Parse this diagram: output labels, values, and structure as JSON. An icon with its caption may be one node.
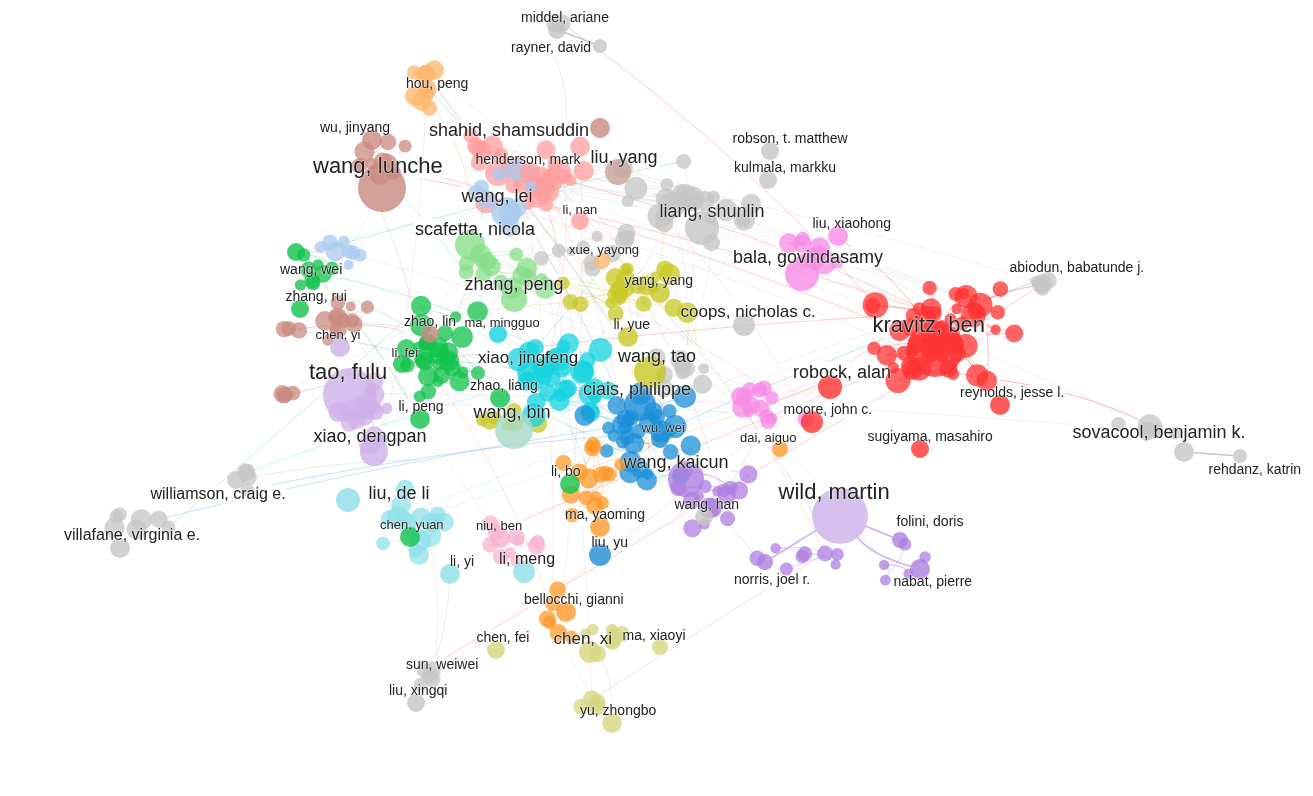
{
  "diagram": {
    "nodes": [
      {
        "text": [
          "middel, ariane"
        ]
      },
      {
        "text": [
          "rayner, david"
        ]
      },
      {
        "text": [
          "hou, peng"
        ]
      },
      {
        "text": [
          "wu, jinyang"
        ]
      },
      {
        "text": [
          "shahid, shamsuddin"
        ]
      },
      {
        "text": [
          "robson, t. matthew"
        ]
      },
      {
        "text": [
          "wang, lunche"
        ]
      },
      {
        "text": [
          "henderson, mark"
        ]
      },
      {
        "text": [
          "liu, yang"
        ]
      },
      {
        "text": [
          "kulmala, markku"
        ]
      },
      {
        "text": [
          "wang, lei"
        ]
      },
      {
        "text": [
          "li, nan"
        ]
      },
      {
        "text": [
          "liang, shunlin"
        ]
      },
      {
        "text": [
          "liu, xiaohong"
        ]
      },
      {
        "text": [
          "scafetta, nicola"
        ]
      },
      {
        "text": [
          "xue, yayong"
        ]
      },
      {
        "text": [
          "bala, govindasamy"
        ]
      },
      {
        "text": [
          "abiodun, babatunde j."
        ]
      },
      {
        "text": [
          "wang, wei"
        ]
      },
      {
        "text": [
          "zhang, peng"
        ]
      },
      {
        "text": [
          "yang, yang"
        ]
      },
      {
        "text": [
          "zhang, rui"
        ]
      },
      {
        "text": [
          "coops, nicholas c."
        ]
      },
      {
        "text": [
          "kravitz, ben"
        ]
      },
      {
        "text": [
          "zhao, lin"
        ]
      },
      {
        "text": [
          "ma, mingguo"
        ]
      },
      {
        "text": [
          "li, yue"
        ]
      },
      {
        "text": [
          "chen, yi"
        ]
      },
      {
        "text": [
          "li, fei"
        ]
      },
      {
        "text": [
          "xiao, jingfeng"
        ]
      },
      {
        "text": [
          "wang, tao"
        ]
      },
      {
        "text": [
          "tao, fulu"
        ]
      },
      {
        "text": [
          "robock, alan"
        ]
      },
      {
        "text": [
          "zhao, liang"
        ]
      },
      {
        "text": [
          "ciais, philippe"
        ]
      },
      {
        "text": [
          "reynolds, jesse l."
        ]
      },
      {
        "text": [
          "li, peng"
        ]
      },
      {
        "text": [
          "wang, bin"
        ]
      },
      {
        "text": [
          "moore, john c."
        ]
      },
      {
        "text": [
          "xiao, dengpan"
        ]
      },
      {
        "text": [
          "wu, wei"
        ]
      },
      {
        "text": [
          "dai, aiguo"
        ]
      },
      {
        "text": [
          "sugiyama, masahiro"
        ]
      },
      {
        "text": [
          "sovacool, benjamin k."
        ]
      },
      {
        "text": [
          "wang, kaicun"
        ]
      },
      {
        "text": [
          "li, bo"
        ]
      },
      {
        "text": [
          "rehdanz, katrin"
        ]
      },
      {
        "text": [
          "liu, de li"
        ]
      },
      {
        "text": [
          "williamson, craig e."
        ]
      },
      {
        "text": [
          "wild, martin"
        ]
      },
      {
        "text": [
          "wang, han"
        ]
      },
      {
        "text": [
          "ma, yaoming"
        ]
      },
      {
        "text": [
          "chen, yuan"
        ]
      },
      {
        "text": [
          "niu, ben"
        ]
      },
      {
        "text": [
          "folini, doris"
        ]
      },
      {
        "text": [
          "villafane, virginia e."
        ]
      },
      {
        "text": [
          "liu, yu"
        ]
      },
      {
        "text": [
          "li, meng"
        ]
      },
      {
        "text": [
          "li, yi"
        ]
      },
      {
        "text": [
          "norris, joel r."
        ]
      },
      {
        "text": [
          "nabat, pierre"
        ]
      },
      {
        "text": [
          "bellocchi, gianni"
        ]
      },
      {
        "text": [
          "ma, xiaoyi"
        ]
      },
      {
        "text": [
          "chen, fei"
        ]
      },
      {
        "text": [
          "chen, xi"
        ]
      },
      {
        "text": [
          "sun, weiwei"
        ]
      },
      {
        "text": [
          "liu, xingqi"
        ]
      },
      {
        "text": [
          "yu, zhongbo"
        ]
      }
    ],
    "edges": [
      {
        "from": 0,
        "to": 1,
        "arrow": "none",
        "color": "#c8c8c8"
      },
      {
        "from": 49,
        "to": 54,
        "arrow": "none",
        "color": "#d2aef0"
      },
      {
        "from": 49,
        "to": 60,
        "arrow": "none",
        "color": "#d2aef0"
      },
      {
        "from": 49,
        "to": 59,
        "arrow": "none",
        "color": "#d2aef0"
      },
      {
        "from": 43,
        "to": 46,
        "arrow": "none",
        "color": "#c8c8c8"
      }
    ]
  }
}
